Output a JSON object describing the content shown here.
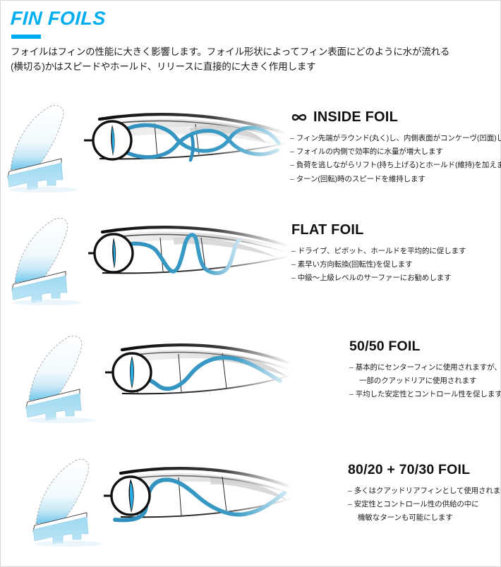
{
  "header": {
    "title": "FIN FOILS",
    "intro_line1": "フォイルはフィンの性能に大きく影響します。フォイル形状によってフィン表面にどのように水が流れる",
    "intro_line2": "(横切る)かはスピードやホールド、リリースに直接的に大きく作用します",
    "accent_color": "#00AEEF"
  },
  "sections": [
    {
      "id": "inside-foil",
      "heading": "INSIDE FOIL",
      "icon": "infinity-icon",
      "bullets": [
        "フィン先端がラウンド(丸く)し、内側表面がコンケーヴ(凹面)しています",
        "フォイルの内側で効率的に水量が増大します",
        "負荷を逃しながらリフト(持ち上げる)とホールド(維持)を加えます",
        "ターン(回転)時のスピードを維持します"
      ],
      "foil_profile": "asymmetric-concave-inside"
    },
    {
      "id": "flat-foil",
      "heading": "FLAT FOIL",
      "icon": "",
      "bullets": [
        "ドライブ、ピボット、ホールドを平均的に促します",
        "素早い方向転換(回転性)を促します",
        "中級～上級レベルのサーファーにお勧めします"
      ],
      "foil_profile": "flat-inside"
    },
    {
      "id": "fifty-fifty-foil",
      "heading": "50/50 FOIL",
      "icon": "",
      "bullets": [
        "基本的にセンターフィンに使用されますが、",
        "一部のクアッドリアに使用されます",
        "平均した安定性とコントロール性を促します"
      ],
      "bullet_continuation": [
        false,
        true,
        false
      ],
      "foil_profile": "symmetric-lens"
    },
    {
      "id": "eighty-twenty-seventy-thirty-foil",
      "heading": "80/20 + 70/30 FOIL",
      "icon": "",
      "bullets": [
        "多くはクアッドリアフィンとして使用されます",
        "安定性とコントロール性の供給の中に",
        "機敏なターンも可能にします"
      ],
      "bullet_continuation": [
        false,
        false,
        true
      ],
      "foil_profile": "asymmetric-teardrop"
    }
  ],
  "colors": {
    "flow_line": "#2E8FBD",
    "flow_line_light": "#7FC4DF",
    "fin_blue": "#29ABE2",
    "fin_blue_light": "#BFE4F4",
    "outline_dark": "#111111",
    "board_gray": "#BFBFBF"
  }
}
